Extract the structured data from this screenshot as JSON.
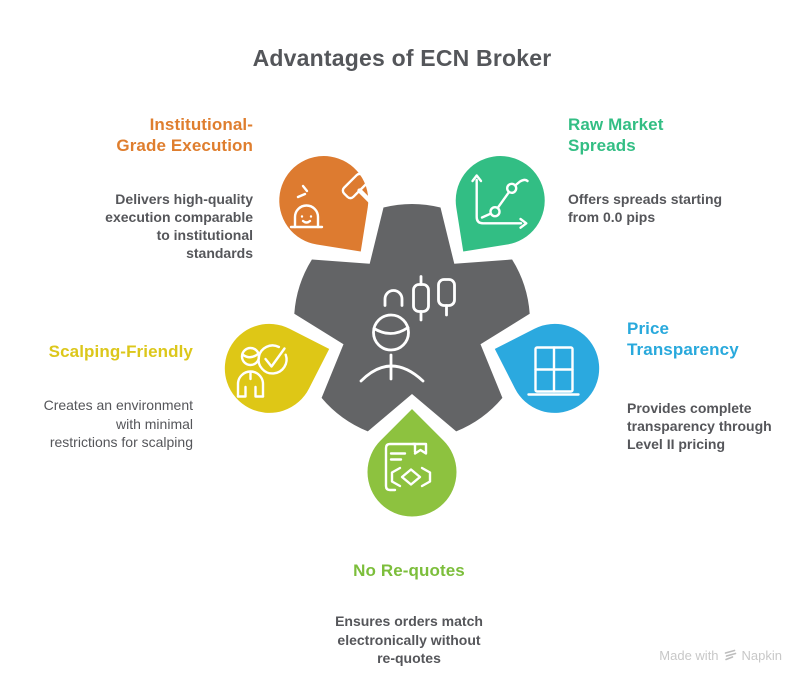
{
  "title": "Advantages of ECN Broker",
  "colors": {
    "center_shape": "#636466",
    "title_text": "#54565A",
    "body_text": "#55565A"
  },
  "items": [
    {
      "id": "institutional-grade-execution",
      "heading": "Institutional-\nGrade Execution",
      "body": "Delivers high-quality\nexecution comparable\nto institutional\nstandards",
      "heading_color": "#DF7E2E",
      "petal_color": "#DD7B30",
      "icon": "gavel-bell-icon"
    },
    {
      "id": "raw-market-spreads",
      "heading": "Raw Market\nSpreads",
      "body": "Offers spreads starting\nfrom 0.0 pips",
      "heading_color": "#33BE84",
      "petal_color": "#32BE84",
      "icon": "growth-chart-icon"
    },
    {
      "id": "price-transparency",
      "heading": "Price\nTransparency",
      "body": "Provides complete\ntransparency through\nLevel II pricing",
      "heading_color": "#29A9DC",
      "petal_color": "#2BA9DF",
      "icon": "window-icon"
    },
    {
      "id": "no-re-quotes",
      "heading": "No Re-quotes",
      "body": "Ensures orders match\nelectronically without\nre-quotes",
      "heading_color": "#7CBE3B",
      "petal_color": "#8DC23F",
      "icon": "contract-handshake-icon"
    },
    {
      "id": "scalping-friendly",
      "heading": "Scalping-Friendly",
      "body": "Creates an environment\nwith minimal\nrestrictions for scalping",
      "heading_color": "#DCC71B",
      "petal_color": "#DEC716",
      "icon": "person-check-icon"
    }
  ],
  "center_icon": "trader-candlesticks-icon",
  "watermark": {
    "prefix": "Made with",
    "brand": "Napkin"
  }
}
